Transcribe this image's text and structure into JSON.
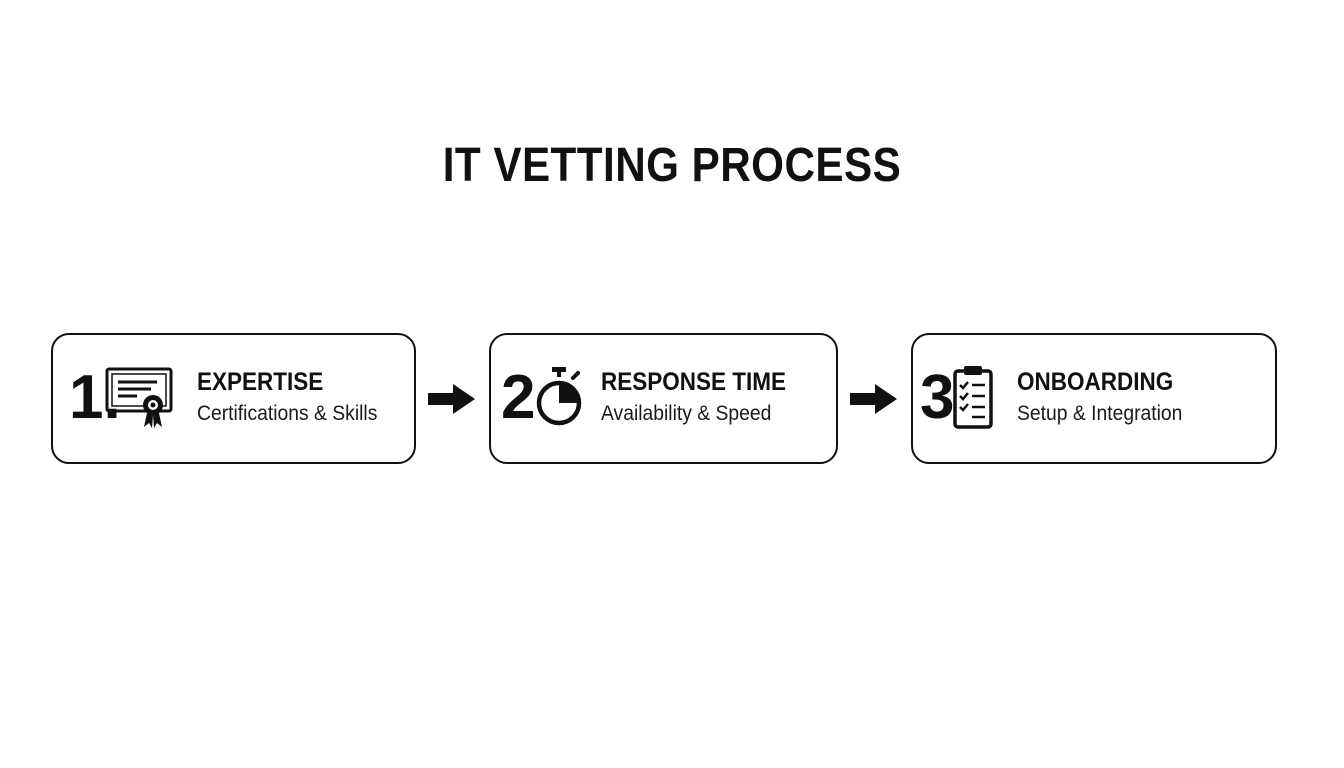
{
  "title": "IT VETTING PROCESS",
  "steps": [
    {
      "number": "1.",
      "heading": "EXPERTISE",
      "subtitle": "Certifications & Skills",
      "icon": "certificate-icon"
    },
    {
      "number": "2",
      "heading": "RESPONSE TIME",
      "subtitle": "Availability & Speed",
      "icon": "stopwatch-icon"
    },
    {
      "number": "3",
      "heading": "ONBOARDING",
      "subtitle": "Setup & Integration",
      "icon": "clipboard-checklist-icon"
    }
  ],
  "connectors": [
    "arrow-right-icon",
    "arrow-right-icon"
  ],
  "colors": {
    "background": "#ffffff",
    "ink": "#111111"
  }
}
